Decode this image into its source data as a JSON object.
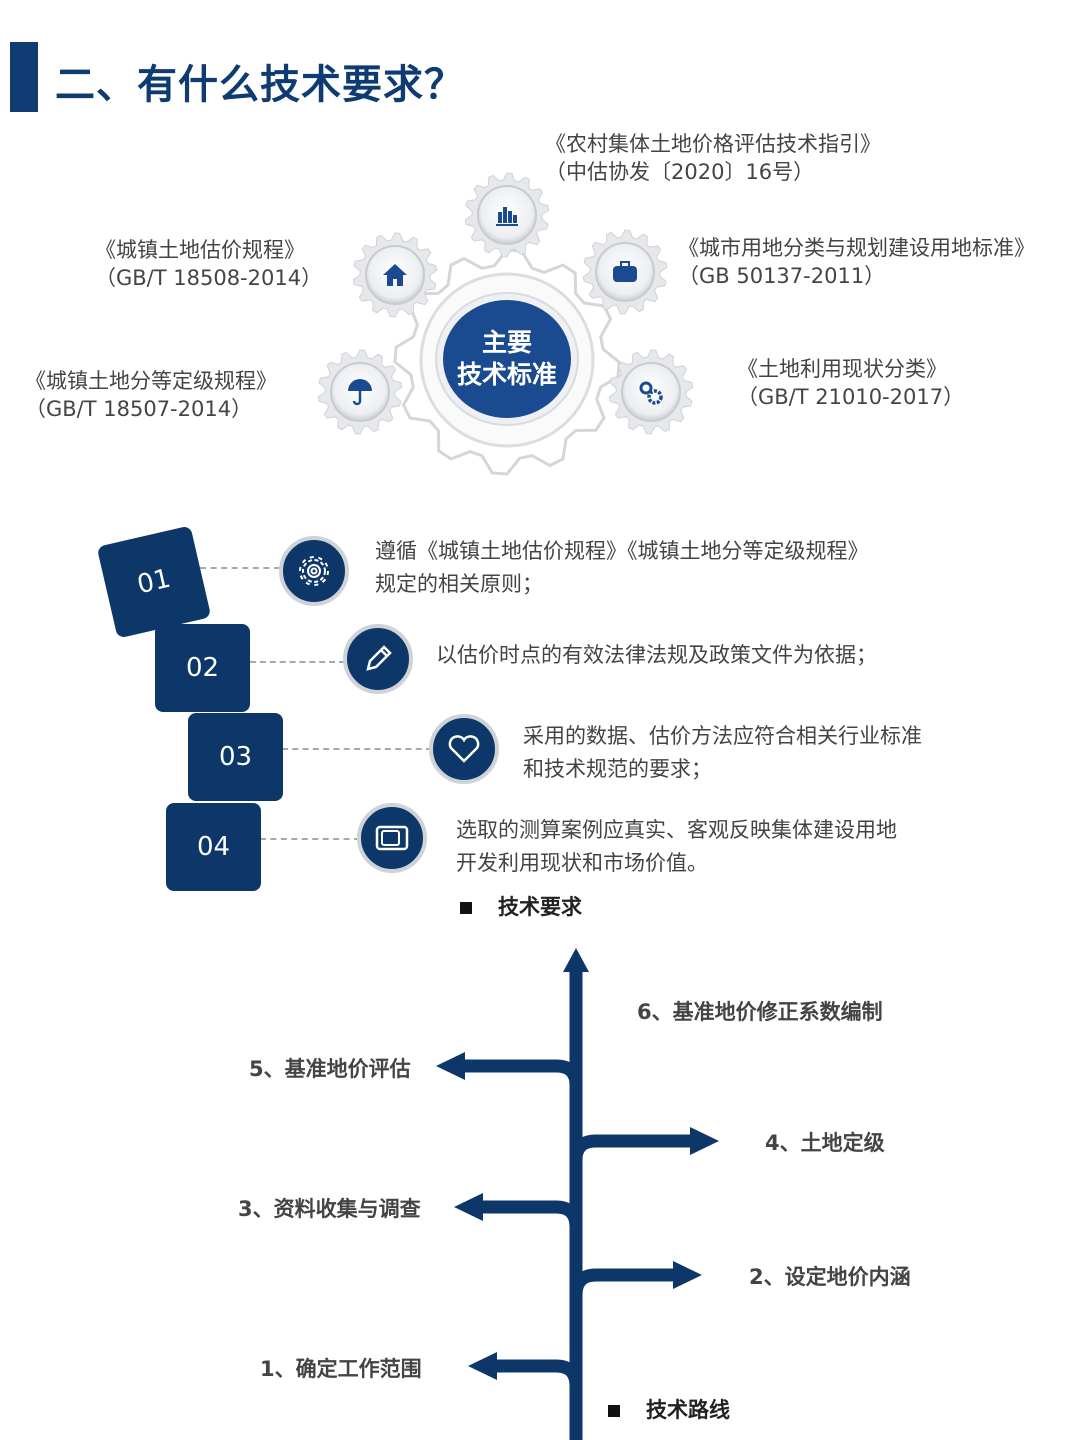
{
  "title": "二、有什么技术要求？",
  "center_label": {
    "line1": "主要",
    "line2": "技术标准"
  },
  "standards": [
    {
      "name": "《农村集体土地价格评估技术指引》",
      "code": "（中估协发〔2020〕16号）",
      "icon": "bar-chart-icon"
    },
    {
      "name": "《城镇土地估价规程》",
      "code": "（GB/T 18508-2014）",
      "icon": "house-icon"
    },
    {
      "name": "《城市用地分类与规划建设用地标准》",
      "code": "（GB 50137-2011）",
      "icon": "briefcase-icon"
    },
    {
      "name": "《城镇土地分等定级规程》",
      "code": "（GB/T 18507-2014）",
      "icon": "umbrella-icon"
    },
    {
      "name": "《土地利用现状分类》",
      "code": "（GB/T 21010-2017）",
      "icon": "gears-icon"
    }
  ],
  "requirements": [
    {
      "num": "01",
      "line1": "遵循《城镇土地估价规程》《城镇土地分等定级规程》",
      "line2": "规定的相关原则；",
      "icon": "gear-icon"
    },
    {
      "num": "02",
      "line1": "以估价时点的有效法律法规及政策文件为依据；",
      "line2": "",
      "icon": "pencil-icon"
    },
    {
      "num": "03",
      "line1": "采用的数据、估价方法应符合相关行业标准",
      "line2": "和技术规范的要求；",
      "icon": "heart-icon"
    },
    {
      "num": "04",
      "line1": "选取的测算案例应真实、客观反映集体建设用地",
      "line2": "开发利用现状和市场价值。",
      "icon": "tv-icon"
    }
  ],
  "section_requirements": "技术要求",
  "section_roadmap": "技术路线",
  "steps": [
    "1、确定工作范围",
    "2、设定地价内涵",
    "3、资料收集与调查",
    "4、土地定级",
    "5、基准地价评估",
    "6、基准地价修正系数编制"
  ],
  "colors": {
    "primary": "#0d3769",
    "title": "#0f3b73"
  }
}
